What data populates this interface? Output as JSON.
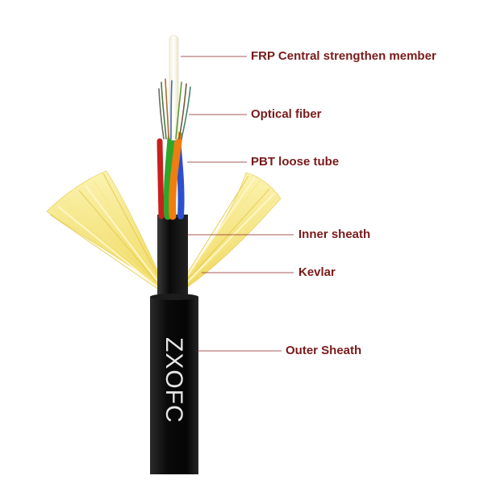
{
  "labels": {
    "frp": "FRP Central strengthen member",
    "optical_fiber": "Optical fiber",
    "pbt_tube": "PBT loose tube",
    "inner_sheath": "Inner sheath",
    "kevlar": "Kevlar",
    "outer_sheath": "Outer Sheath"
  },
  "brand": "ZXOFC",
  "colors": {
    "label_text": "#7a1a1a",
    "leader_line": "#8b2020",
    "sheath": "#0d0d0d",
    "kevlar": "#f3e27a",
    "frp": "#fbf8e8",
    "tube_orange": "#f07d10",
    "tube_green": "#2fa52a",
    "tube_blue": "#2a4fd0",
    "tube_red": "#c8201e"
  }
}
